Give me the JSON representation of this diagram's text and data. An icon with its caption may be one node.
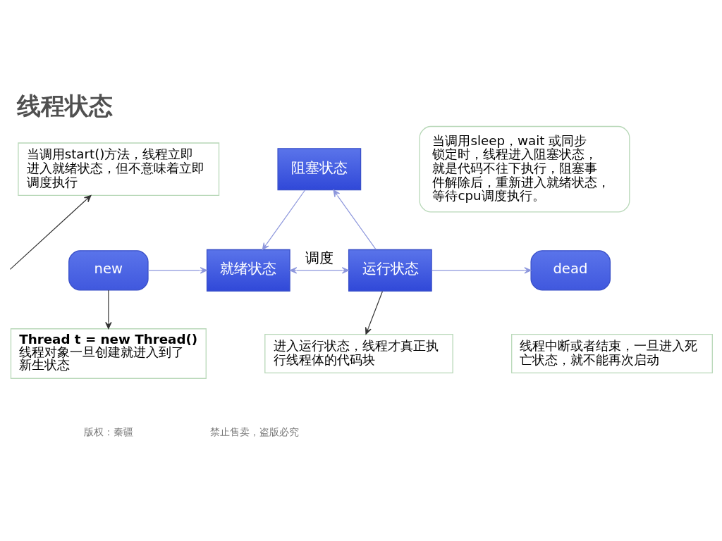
{
  "diagram": {
    "title": "线程状态",
    "nodes": [
      {
        "text": [
          "当调用sleep，wait 或同步锁定时，线程进入阻塞状态，就是代码不往下执行，阻塞事件解除后，重新进入就绪状态，等待cpu调度执行。"
        ]
      },
      {
        "text": [
          "阻塞状态"
        ]
      },
      {
        "text": [
          "当调用start()方法，线程立即进入就绪状态，但不意味着立即调度执行"
        ]
      },
      {
        "text": [
          "new"
        ]
      },
      {
        "text": [
          "就绪状态"
        ]
      },
      {
        "text": [
          "运行状态"
        ]
      },
      {
        "text": [
          "dead"
        ]
      },
      {
        "text": [
          "线程中断或者结束，一旦进入死亡状态，就不能再次启动"
        ]
      },
      {
        "text": [
          "Thread t = new Thread()",
          "线程对象一旦创建就进入到了新生状态"
        ]
      },
      {
        "text": [
          "进入运行状态，线程才真正执行线程体的代码块"
        ]
      }
    ],
    "edges": [
      {
        "from": 1,
        "to": 4,
        "arrow": "to"
      },
      {
        "from": 5,
        "to": 1,
        "arrow": "to"
      },
      {
        "from": null,
        "to": 2,
        "arrow": "to",
        "color": "#333333"
      },
      {
        "from": 3,
        "to": 4,
        "arrow": "to"
      },
      {
        "from": 4,
        "to": 5,
        "arrow": "both",
        "label": "调度"
      },
      {
        "from": 5,
        "to": 6,
        "arrow": "to"
      },
      {
        "from": 3,
        "to": 8,
        "arrow": "to",
        "color": "#333333"
      },
      {
        "from": 5,
        "to": 9,
        "arrow": "to",
        "color": "#333333"
      }
    ],
    "labels": [
      "版权：秦疆",
      "禁止售卖，盗版必究"
    ]
  }
}
